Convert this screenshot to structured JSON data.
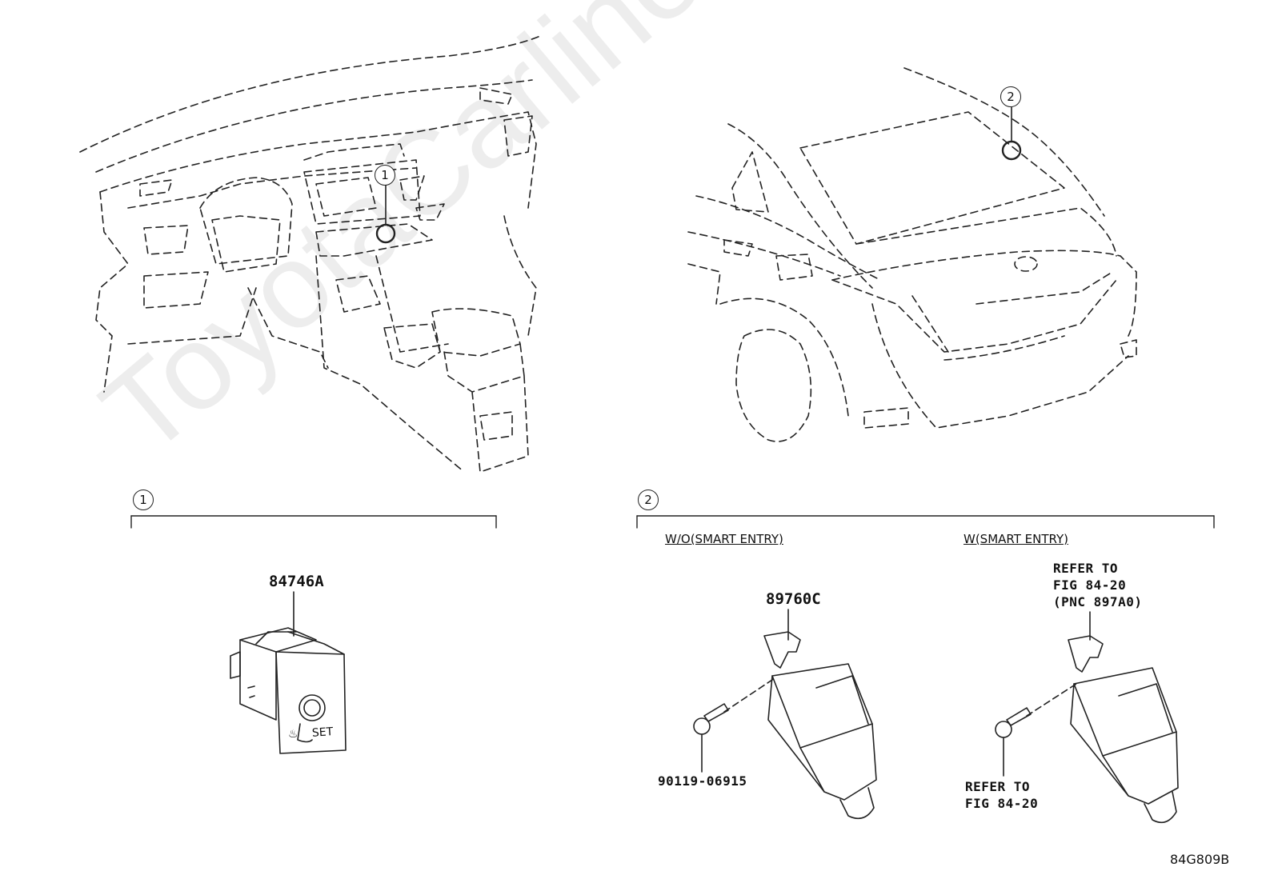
{
  "watermark": "ToyotaCarline.ru",
  "callouts": {
    "c1": "1",
    "c2": "2"
  },
  "sections": {
    "s1": {
      "number": "1"
    },
    "s2": {
      "number": "2",
      "left_heading": "W/O(SMART ENTRY)",
      "right_heading": "W(SMART ENTRY)"
    }
  },
  "parts": {
    "p84746A": "84746A",
    "p89760C": "89760C",
    "p90119": "90119-06915",
    "refer_pnc": "REFER TO\nFIG 84-20\n(PNC 897A0)",
    "refer_fig": "REFER TO\nFIG 84-20"
  },
  "switch_text": "SET",
  "figure_code": "84G809B"
}
